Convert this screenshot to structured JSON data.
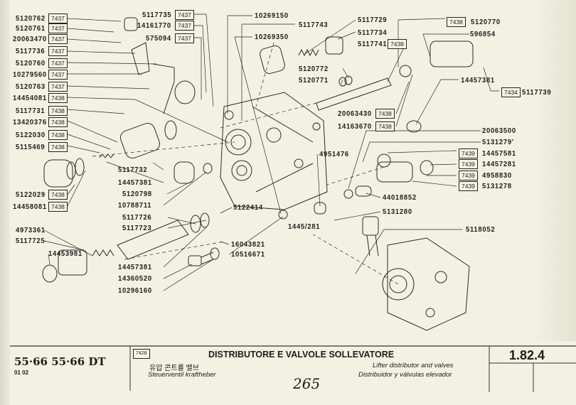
{
  "callouts": [
    {
      "part": "5120762",
      "ref": "7437"
    },
    {
      "part": "5120761",
      "ref": "7437"
    },
    {
      "part": "20063470",
      "ref": "7437"
    },
    {
      "part": "5117736",
      "ref": "7437"
    },
    {
      "part": "5120760",
      "ref": "7437"
    },
    {
      "part": "10279560",
      "ref": "7437"
    },
    {
      "part": "5120763",
      "ref": "7437"
    },
    {
      "part": "14454081",
      "ref": "7438"
    },
    {
      "part": "5117731",
      "ref": "7438"
    },
    {
      "part": "13420376",
      "ref": "7438"
    },
    {
      "part": "5122030",
      "ref": "7438"
    },
    {
      "part": "5115469",
      "ref": "7438"
    },
    {
      "part": "5122029",
      "ref": "7438"
    },
    {
      "part": "14458081",
      "ref": "7438"
    },
    {
      "part": "5117735",
      "ref": "7437"
    },
    {
      "part": "14161770",
      "ref": "7437"
    },
    {
      "part": "575094",
      "ref": "7437"
    },
    {
      "part": "5117741",
      "ref": "7438"
    },
    {
      "part": "20063430",
      "ref": "7438"
    },
    {
      "part": "14163670",
      "ref": "7438"
    },
    {
      "part": "5120770",
      "ref": "7438"
    },
    {
      "part": "5117739",
      "ref": "7434"
    },
    {
      "part": "14457581",
      "ref": "7439"
    },
    {
      "part": "14457281",
      "ref": "7439"
    },
    {
      "part": "4958830",
      "ref": "7439"
    },
    {
      "part": "5131278",
      "ref": "7439"
    }
  ],
  "labels": [
    "5117732",
    "14457381",
    "5120798",
    "10788711",
    "5117726",
    "5117723",
    "5122414",
    "4973361",
    "5117725",
    "14453981",
    "14457381",
    "14360520",
    "10296160",
    "16043821",
    "10516671",
    "1445/281",
    "10269150",
    "5117743",
    "10269350",
    "5117729",
    "5117734",
    "5120772",
    "5120771",
    "596854",
    "14457381",
    "20063500",
    "5131279'",
    "4951476",
    "44018852",
    "5131280",
    "5118052"
  ],
  "footer": {
    "models": "55·66  55·66 DT",
    "edition": "01 02",
    "ref_box": "7428",
    "title_it": "DISTRIBUTORE E VALVOLE SOLLEVATORE",
    "title_ko": "유압 콘트롤 밸브",
    "title_de": "Steuerventil kraftheber",
    "title_en": "Lifter distributor and valves",
    "title_es": "Distribuidor y válvulas elevador",
    "handwritten_page": "265",
    "section": "1.82.4"
  }
}
